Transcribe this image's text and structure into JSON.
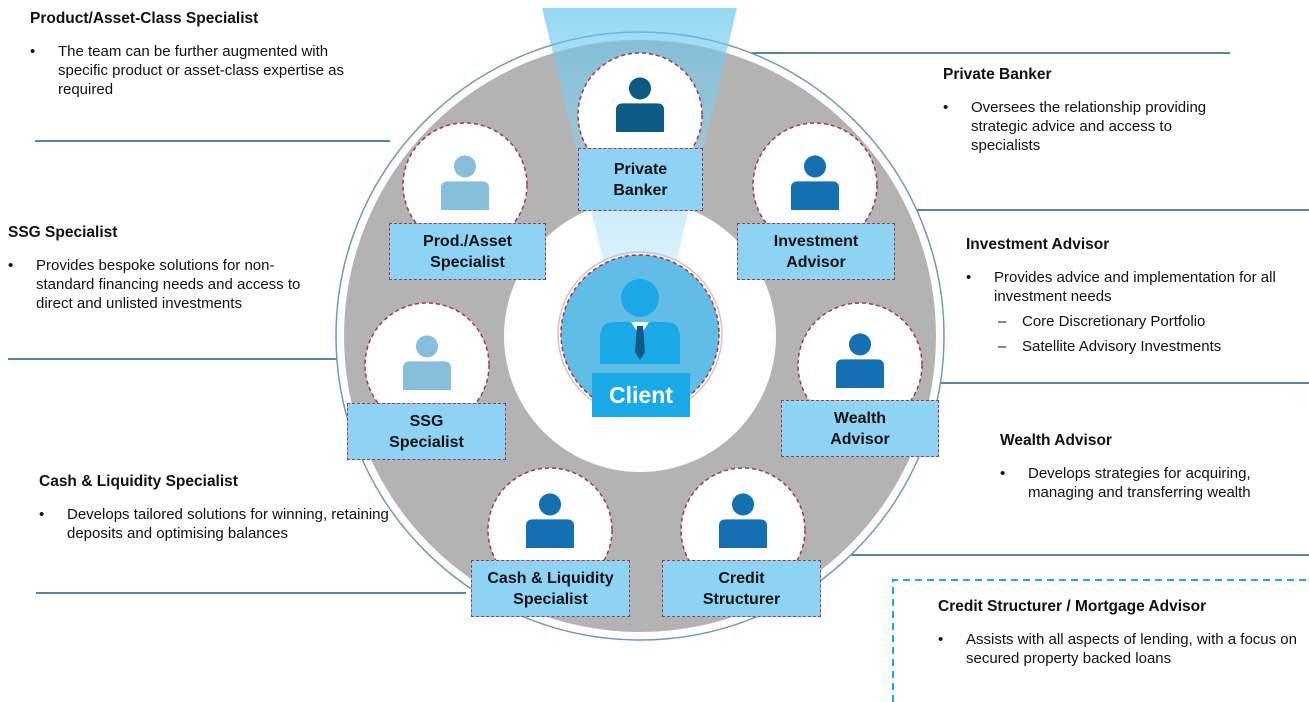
{
  "client_label": "Client",
  "team": [
    {
      "id": "private-banker",
      "label": "Private\nBanker",
      "tone": "dark"
    },
    {
      "id": "prod-asset-specialist",
      "label": "Prod./Asset\nSpecialist",
      "tone": "light"
    },
    {
      "id": "investment-advisor",
      "label": "Investment\nAdvisor",
      "tone": "mid"
    },
    {
      "id": "ssg-specialist",
      "label": "SSG\nSpecialist",
      "tone": "light"
    },
    {
      "id": "wealth-advisor",
      "label": "Wealth\nAdvisor",
      "tone": "mid"
    },
    {
      "id": "cash-liquidity-specialist",
      "label": "Cash & Liquidity\nSpecialist",
      "tone": "mid"
    },
    {
      "id": "credit-structurer",
      "label": "Credit\nStructurer",
      "tone": "mid"
    }
  ],
  "descriptions": {
    "product_asset": {
      "title": "Product/Asset-Class Specialist",
      "bullets": [
        "The team can be further augmented with specific product or asset-class expertise as required"
      ]
    },
    "ssg": {
      "title": "SSG Specialist",
      "bullets": [
        "Provides bespoke solutions for non-standard financing needs and access to direct and unlisted investments"
      ]
    },
    "cash_liquidity": {
      "title": "Cash & Liquidity Specialist",
      "bullets": [
        "Develops tailored solutions for winning, retaining deposits and optimising balances"
      ]
    },
    "private_banker": {
      "title": "Private Banker",
      "bullets": [
        "Oversees the relationship providing strategic advice and access to specialists"
      ]
    },
    "investment_advisor": {
      "title": "Investment Advisor",
      "bullets": [
        "Provides advice and implementation for all investment needs"
      ],
      "sub_bullets": [
        "Core Discretionary Portfolio",
        "Satellite Advisory Investments"
      ]
    },
    "wealth_advisor": {
      "title": "Wealth Advisor",
      "bullets": [
        "Develops strategies for acquiring, managing and transferring wealth"
      ]
    },
    "credit_structurer": {
      "title": "Credit Structurer / Mortgage Advisor",
      "bullets": [
        "Assists with all aspects of lending, with a focus on secured property backed loans"
      ]
    }
  },
  "colors": {
    "ring": "#b3b3b3",
    "dark_person": "#0d5a84",
    "mid_person": "#1470b0",
    "light_person": "#86bedc",
    "client_person": "#19a9e6",
    "label_box": "#8fd3f4",
    "dashed_border": "#a03a4e",
    "connector_line": "#1f5f86"
  }
}
